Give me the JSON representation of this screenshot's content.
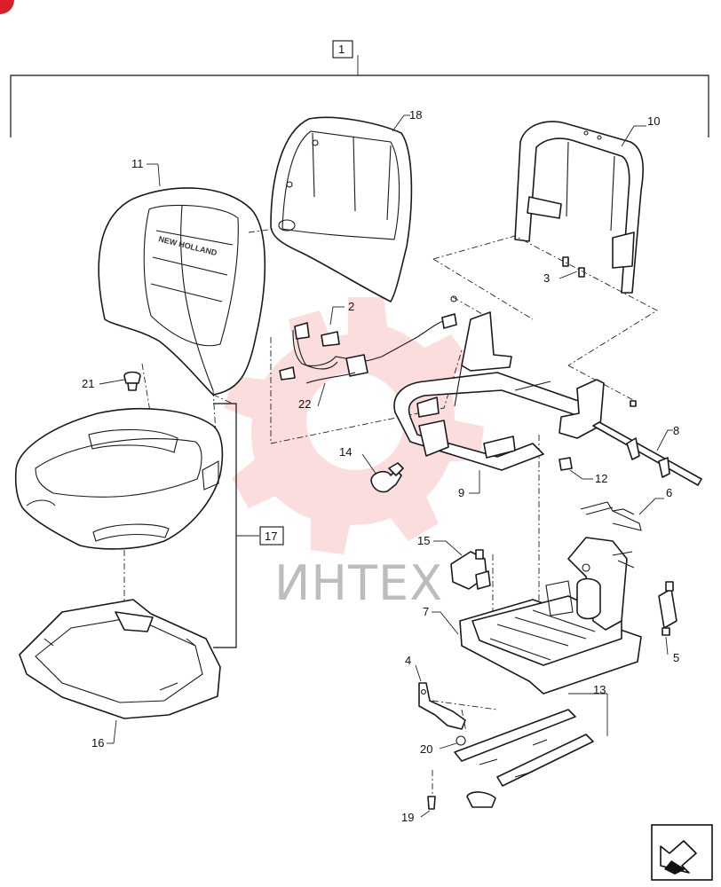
{
  "assembly": {
    "number": "1",
    "sub_assembly_ref": "17"
  },
  "callouts": [
    {
      "id": "c2",
      "text": "2"
    },
    {
      "id": "c3",
      "text": "3"
    },
    {
      "id": "c4",
      "text": "4"
    },
    {
      "id": "c5",
      "text": "5"
    },
    {
      "id": "c6",
      "text": "6"
    },
    {
      "id": "c7",
      "text": "7"
    },
    {
      "id": "c8",
      "text": "8"
    },
    {
      "id": "c9",
      "text": "9"
    },
    {
      "id": "c10",
      "text": "10"
    },
    {
      "id": "c11",
      "text": "11"
    },
    {
      "id": "c12",
      "text": "12"
    },
    {
      "id": "c13",
      "text": "13"
    },
    {
      "id": "c14",
      "text": "14"
    },
    {
      "id": "c15",
      "text": "15"
    },
    {
      "id": "c16",
      "text": "16"
    },
    {
      "id": "c18",
      "text": "18"
    },
    {
      "id": "c19",
      "text": "19"
    },
    {
      "id": "c20",
      "text": "20"
    },
    {
      "id": "c21",
      "text": "21"
    },
    {
      "id": "c22",
      "text": "22"
    }
  ],
  "backrest_logo": "NEW HOLLAND",
  "watermark": {
    "text": "ИНТЕХ",
    "color": "#f4a6a6"
  },
  "colors": {
    "line": "#1a1a1a",
    "corner_mark": "#d81f2a"
  },
  "icons": [
    "navigation-arrow-icon"
  ]
}
